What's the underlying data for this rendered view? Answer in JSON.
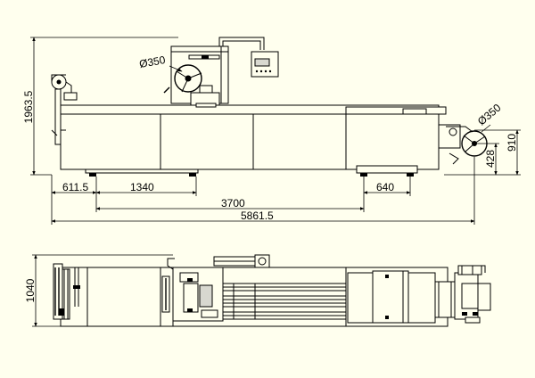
{
  "side_view": {
    "height_total": "1963.5",
    "circle_left": "Ø350",
    "circle_right": "Ø350",
    "height_910": "910",
    "height_428": "428",
    "dim_611": "611.5",
    "dim_1340": "1340",
    "dim_640": "640",
    "dim_3700": "3700",
    "dim_total_length": "5861.5"
  },
  "top_view": {
    "width_total": "1040"
  },
  "colors": {
    "background": "#ffffee",
    "line": "#000000"
  }
}
